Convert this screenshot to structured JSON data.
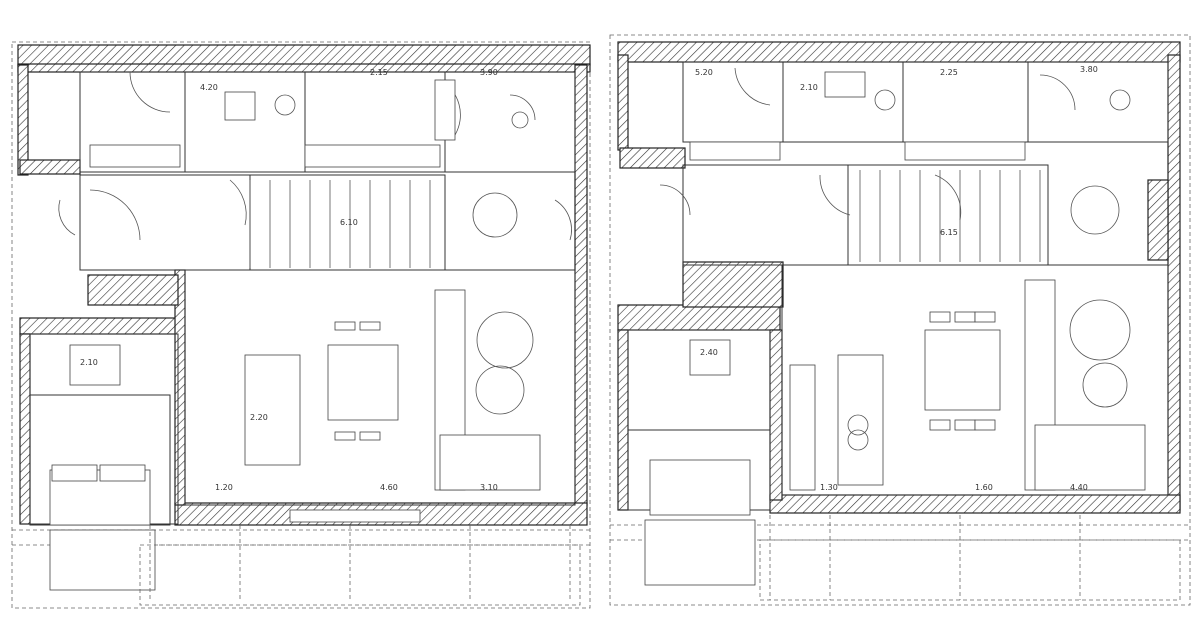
{
  "left_plan": {
    "room_labels": [
      "4.20",
      "2.15",
      "6.10",
      "3.90",
      "2.20",
      "1.20",
      "4.60",
      "2.10",
      "3.10"
    ]
  },
  "right_plan": {
    "room_labels": [
      "5.20",
      "2.10",
      "6.15",
      "3.80",
      "2.25",
      "1.30",
      "2.40",
      "1.60",
      "4.40"
    ]
  }
}
